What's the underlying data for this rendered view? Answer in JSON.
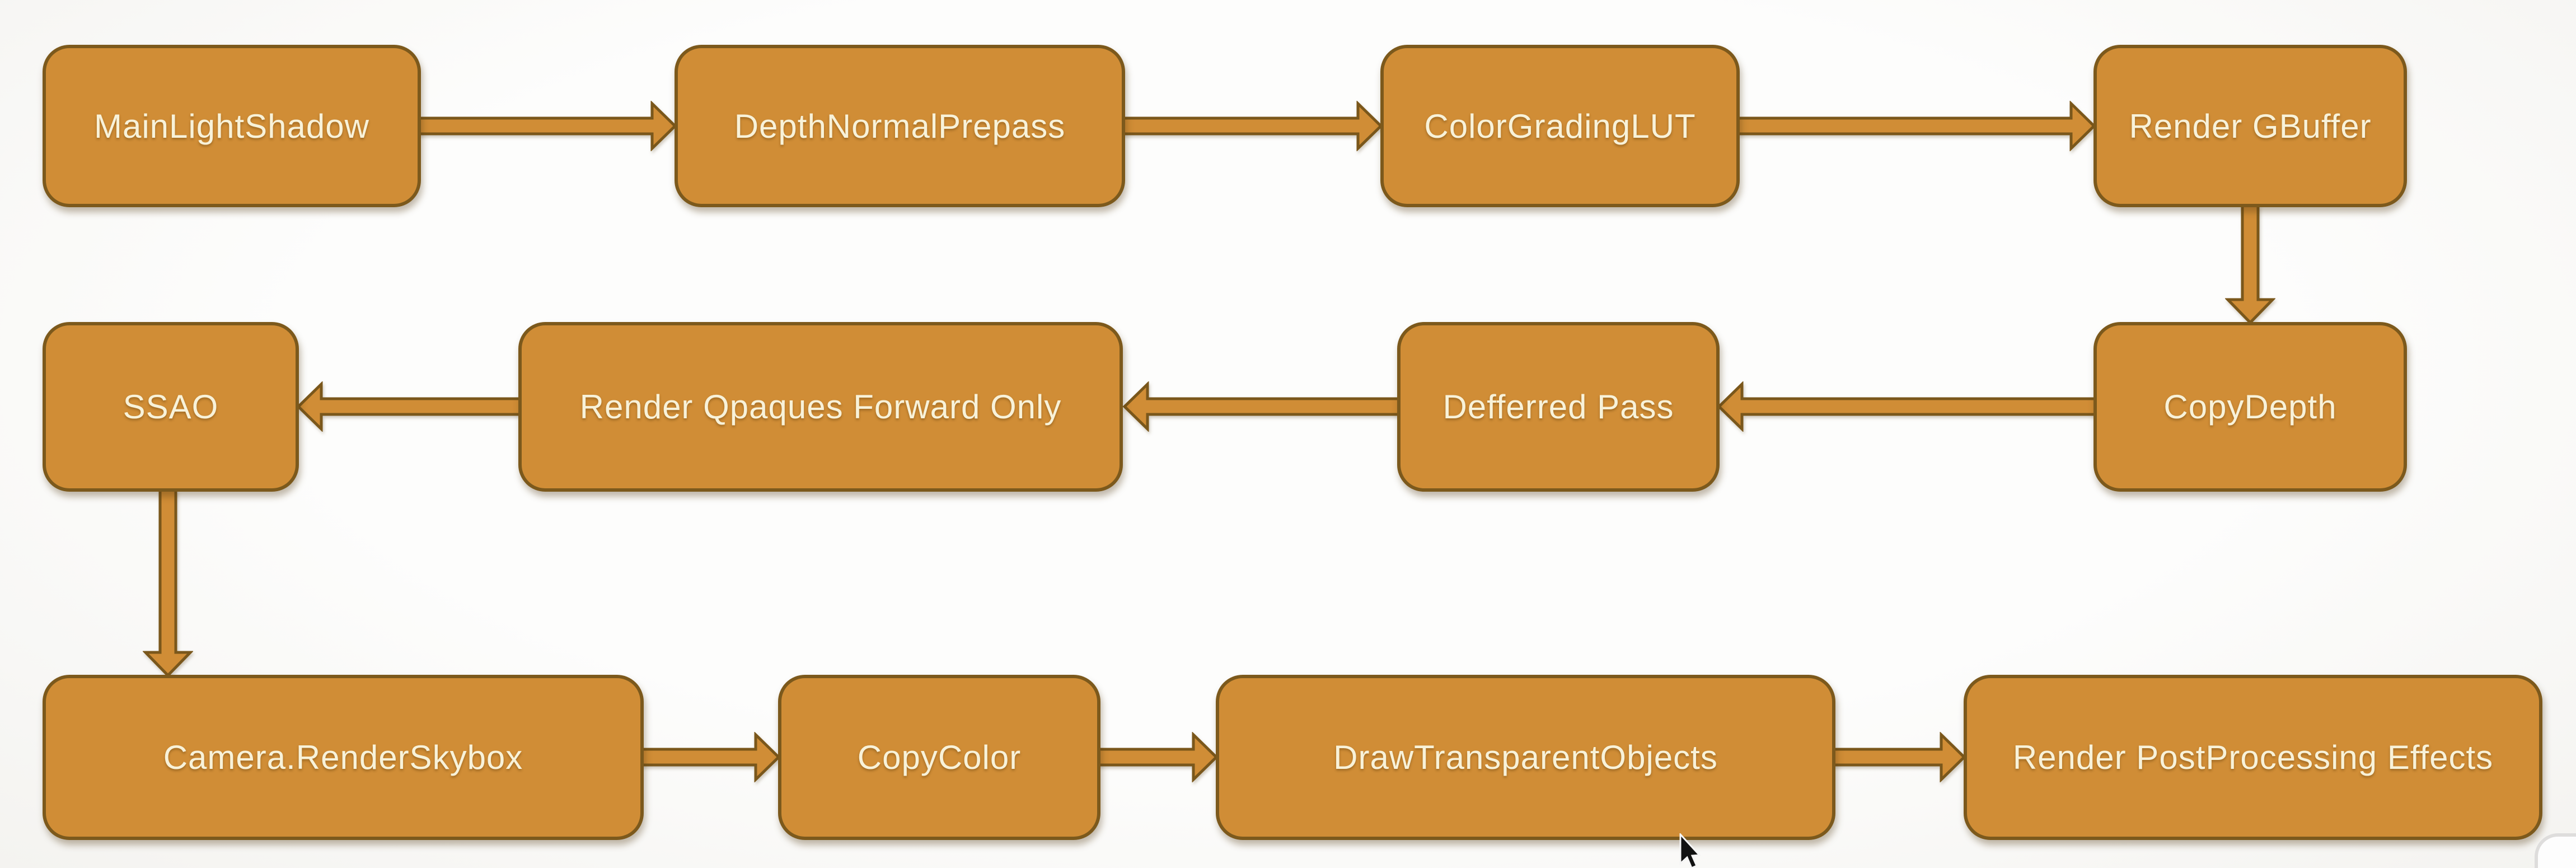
{
  "diagram": {
    "type": "flowchart",
    "nodes": [
      {
        "id": "main-light-shadow",
        "label": "MainLightShadow"
      },
      {
        "id": "depth-normal-prepass",
        "label": "DepthNormalPrepass"
      },
      {
        "id": "color-grading-lut",
        "label": "ColorGradingLUT"
      },
      {
        "id": "render-gbuffer",
        "label": "Render GBuffer"
      },
      {
        "id": "copy-depth",
        "label": "CopyDepth"
      },
      {
        "id": "defferred-pass",
        "label": "Defferred Pass"
      },
      {
        "id": "render-qpaques-forward-only",
        "label": "Render Qpaques Forward Only"
      },
      {
        "id": "ssao",
        "label": "SSAO"
      },
      {
        "id": "camera-render-skybox",
        "label": "Camera.RenderSkybox"
      },
      {
        "id": "copy-color",
        "label": "CopyColor"
      },
      {
        "id": "draw-transparent-objects",
        "label": "DrawTransparentObjects"
      },
      {
        "id": "render-postprocessing-effects",
        "label": "Render PostProcessing Effects"
      }
    ],
    "edges": [
      {
        "from": "MainLightShadow",
        "to": "DepthNormalPrepass",
        "direction": "right"
      },
      {
        "from": "DepthNormalPrepass",
        "to": "ColorGradingLUT",
        "direction": "right"
      },
      {
        "from": "ColorGradingLUT",
        "to": "Render GBuffer",
        "direction": "right"
      },
      {
        "from": "Render GBuffer",
        "to": "CopyDepth",
        "direction": "down"
      },
      {
        "from": "CopyDepth",
        "to": "Defferred Pass",
        "direction": "left"
      },
      {
        "from": "Defferred Pass",
        "to": "Render Qpaques Forward Only",
        "direction": "left"
      },
      {
        "from": "Render Qpaques Forward Only",
        "to": "SSAO",
        "direction": "left"
      },
      {
        "from": "SSAO",
        "to": "Camera.RenderSkybox",
        "direction": "down"
      },
      {
        "from": "Camera.RenderSkybox",
        "to": "CopyColor",
        "direction": "right"
      },
      {
        "from": "CopyColor",
        "to": "DrawTransparentObjects",
        "direction": "right"
      },
      {
        "from": "DrawTransparentObjects",
        "to": "Render PostProcessing Effects",
        "direction": "right"
      }
    ],
    "colors": {
      "node_fill": "#d08d36",
      "node_border": "#7c591c",
      "arrow_fill": "#d08d36",
      "arrow_border": "#7a571b",
      "text": "#f8f2d9",
      "background": "#fcfbfa"
    }
  }
}
